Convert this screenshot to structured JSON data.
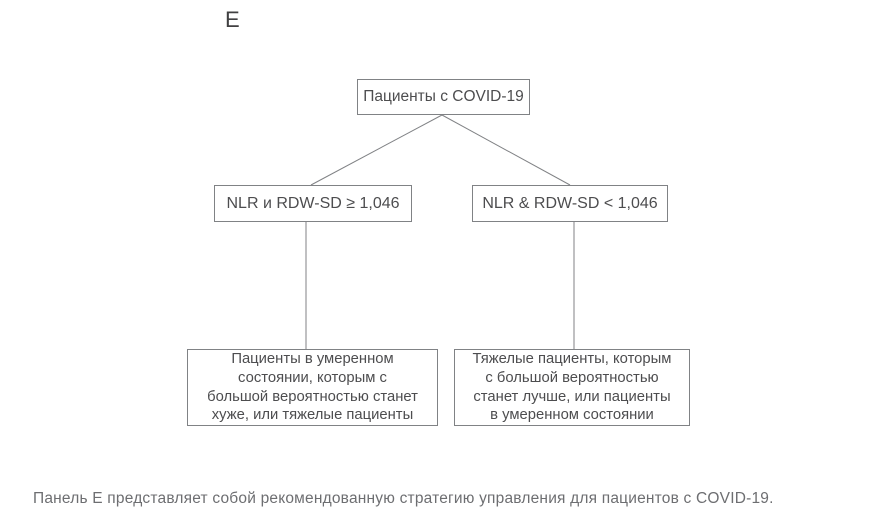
{
  "panel_label": "E",
  "flowchart": {
    "root": "Пациенты с COVID-19",
    "left_branch": "NLR и RDW-SD ≥ 1,046",
    "right_branch": "NLR & RDW-SD < 1,046",
    "left_outcome": "Пациенты в умеренном\nсостоянии, которым с\nбольшой вероятностью станет\nхуже, или тяжелые пациенты",
    "right_outcome": "Тяжелые пациенты, которым\nс большой вероятностью\nстанет лучше, или пациенты\nв умеренном состоянии"
  },
  "caption": "Панель E представляет собой рекомендованную стратегию управления для пациентов с COVID-19.",
  "colors": {
    "background": "#ffffff",
    "box_border": "#808285",
    "box_text": "#4d4d4f",
    "connector_line": "#808285",
    "caption_text": "#6d6e71"
  }
}
